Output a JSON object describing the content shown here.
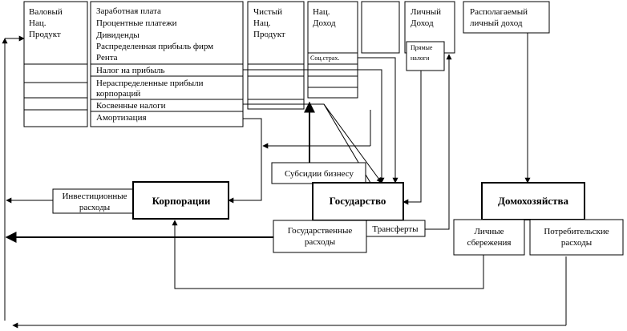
{
  "columns": {
    "gnp": [
      "Валовый",
      "Нац.",
      "Продукт"
    ],
    "income_components": [
      "Заработная плата",
      "Процентные платежи",
      "Дивиденды",
      "Распределенная прибыль фирм",
      "Рента",
      "Налог на прибыль",
      "Нераспределенные прибыли",
      "корпораций",
      "Косвенные налоги",
      "Амортизация"
    ],
    "nnp": [
      "Чистый",
      "Нац.",
      "Продукт"
    ],
    "national_income": [
      "Нац.",
      "Доход"
    ],
    "social_insurance": "Соц.страх.",
    "personal_income": [
      "Личный",
      "Доход"
    ],
    "personal_taxes": [
      "Прямые",
      "налоги"
    ],
    "disposable_income": [
      "Располагаемый",
      "личный доход"
    ]
  },
  "nodes": {
    "corporations": "Корпорации",
    "government": "Государство",
    "households": "Домохозяйства",
    "investment": [
      "Инвестиционные",
      "расходы"
    ],
    "business_subsidies": "Субсидии бизнесу",
    "government_spending": [
      "Государственные",
      "расходы"
    ],
    "transfers": "Трансферты",
    "personal_savings": [
      "Личные",
      "сбережения"
    ],
    "consumer_spending": [
      "Потребительские",
      "расходы"
    ]
  }
}
